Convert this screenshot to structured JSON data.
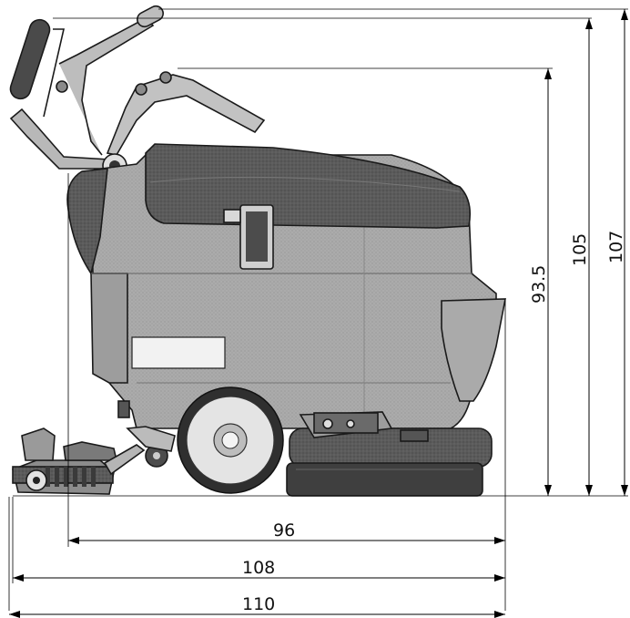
{
  "diagram": {
    "dimensions": {
      "horizontal": [
        {
          "id": "length_body",
          "label": "96"
        },
        {
          "id": "length_mid",
          "label": "108"
        },
        {
          "id": "length_total",
          "label": "110"
        }
      ],
      "vertical": [
        {
          "id": "height_body",
          "label": "93.5"
        },
        {
          "id": "height_mid",
          "label": "105"
        },
        {
          "id": "height_total",
          "label": "107"
        }
      ]
    },
    "colors": {
      "body": "#a9a9a9",
      "body_light": "#c2c2c2",
      "dark": "#4f4f4f",
      "darker": "#333333",
      "tank_lid": "#5e5e5e",
      "handle": "#b5b5b5",
      "wheel_tire": "#3a3a3a",
      "wheel_hub": "#d9d9d9",
      "label_plate": "#f2f2f2"
    }
  }
}
